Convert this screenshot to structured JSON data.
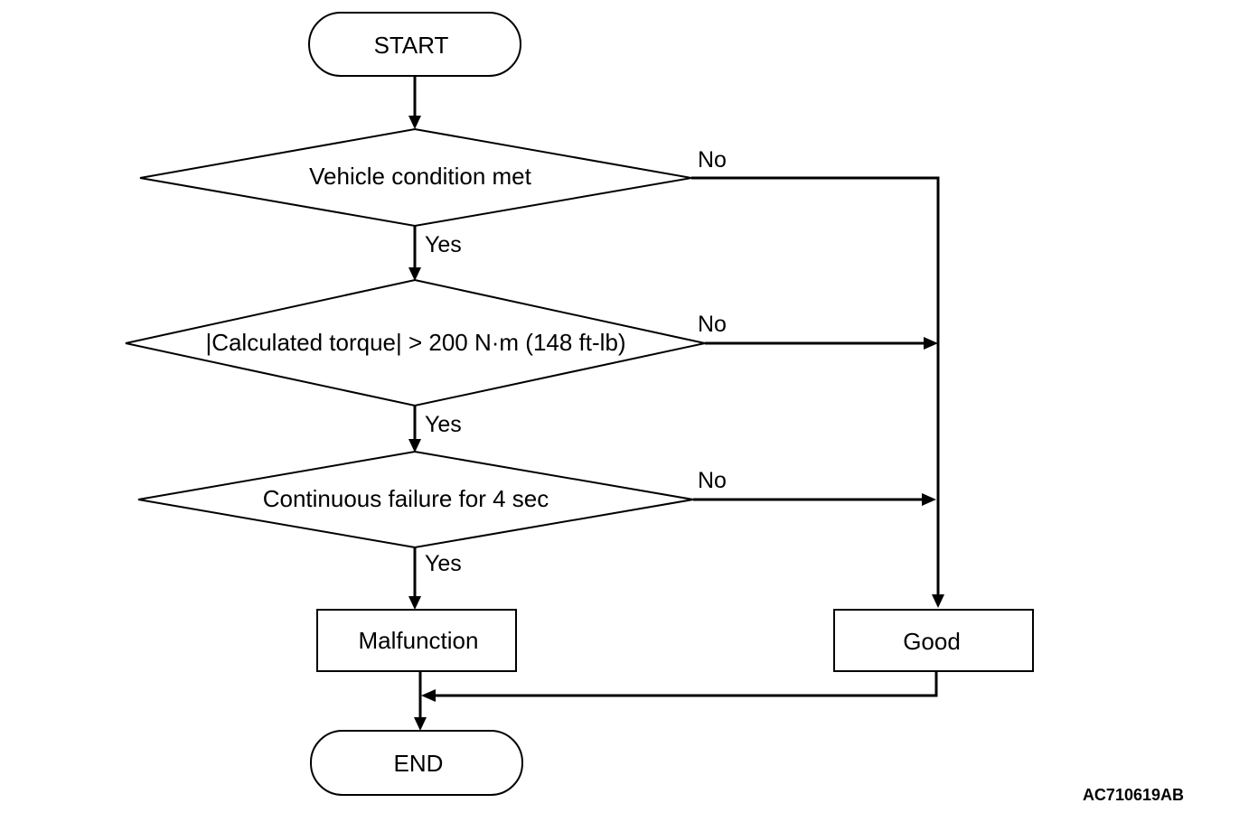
{
  "diagram": {
    "nodes": {
      "start": "START",
      "decision_vehicle": "Vehicle condition met",
      "decision_torque": "|Calculated torque| > 200 N·m (148 ft-lb)",
      "decision_continuous": "Continuous failure for 4 sec",
      "malfunction": "Malfunction",
      "good": "Good",
      "end": "END"
    },
    "edge_labels": {
      "yes": "Yes",
      "no": "No"
    },
    "reference_code": "AC710619AB"
  }
}
